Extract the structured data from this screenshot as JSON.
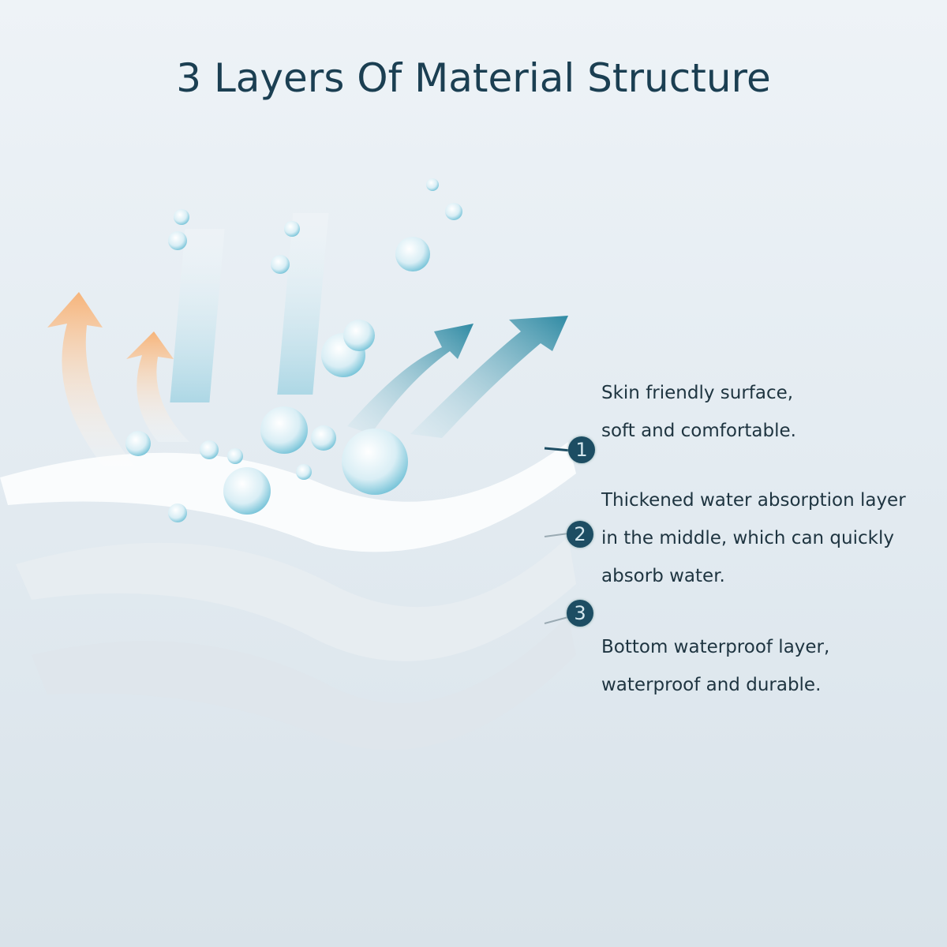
{
  "title": "3 Layers Of Material Structure",
  "layers": [
    {
      "number": "1",
      "lines": [
        "Skin friendly surface,",
        "soft and comfortable."
      ]
    },
    {
      "number": "2",
      "lines": [
        "Thickened water absorption layer",
        "in the middle, which can quickly",
        "absorb water."
      ]
    },
    {
      "number": "3",
      "lines": [
        "Bottom waterproof layer,",
        "waterproof and durable."
      ]
    }
  ],
  "colors": {
    "title": "#1b3f52",
    "badge": "#1d4d63",
    "arrow_warm": "#f6b47a",
    "arrow_cool": "#3a8ea6"
  }
}
